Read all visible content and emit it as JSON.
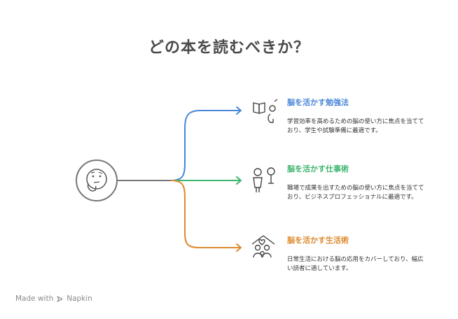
{
  "title": "どの本を読むべきか？",
  "branches": [
    {
      "title": "脳を活かす勉強法",
      "description": "学習効率を高めるための脳の使い方に焦点を当てており、学生や試験準備に最適です。",
      "color": "#4a86d8",
      "icon": "book-icon"
    },
    {
      "title": "脳を活かす仕事術",
      "description": "職場で成果を出すための脳の使い方に焦点を当てており、ビジネスプロフェッショナルに最適です。",
      "color": "#3db56e",
      "icon": "professionals-icon"
    },
    {
      "title": "脳を活かす生活術",
      "description": "日常生活における脳の応用をカバーしており、幅広い読者に適しています。",
      "color": "#dd8a2e",
      "icon": "family-home-icon"
    }
  ],
  "center_icon": "thinking-face-icon",
  "footer": {
    "made_with": "Made with",
    "brand": "Napkin"
  }
}
